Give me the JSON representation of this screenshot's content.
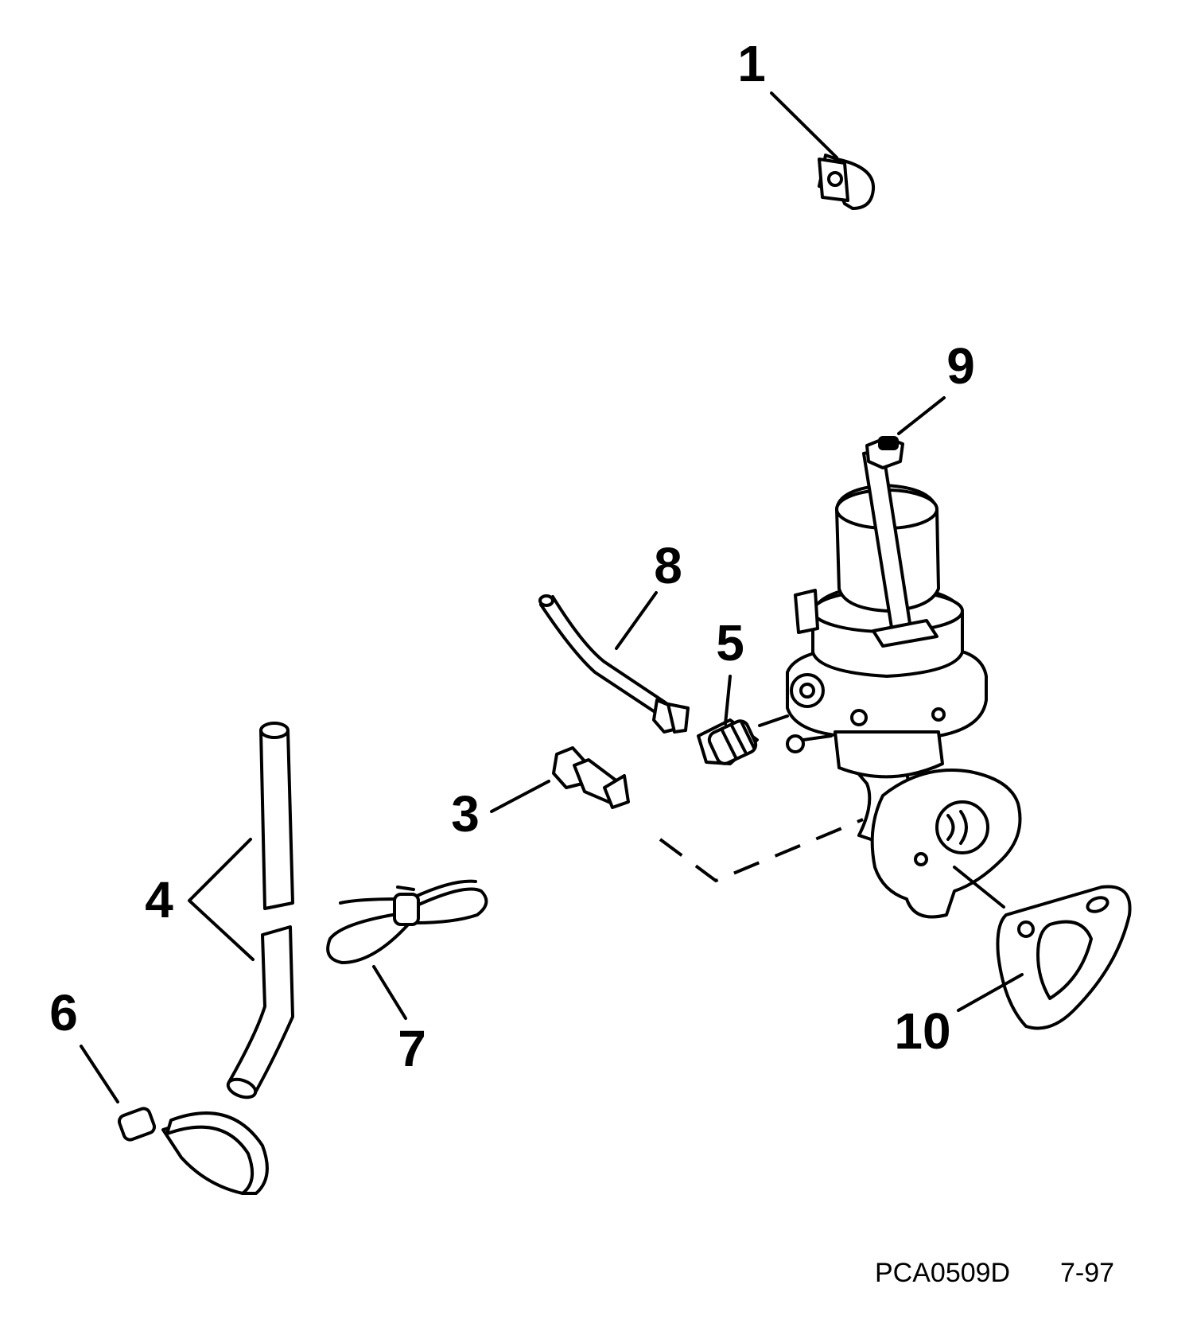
{
  "callouts": {
    "c1": "1",
    "c3": "3",
    "c4": "4",
    "c5": "5",
    "c6": "6",
    "c7": "7",
    "c8": "8",
    "c9": "9",
    "c10": "10"
  },
  "footer": {
    "code": "PCA0509D",
    "date": "7-97"
  }
}
